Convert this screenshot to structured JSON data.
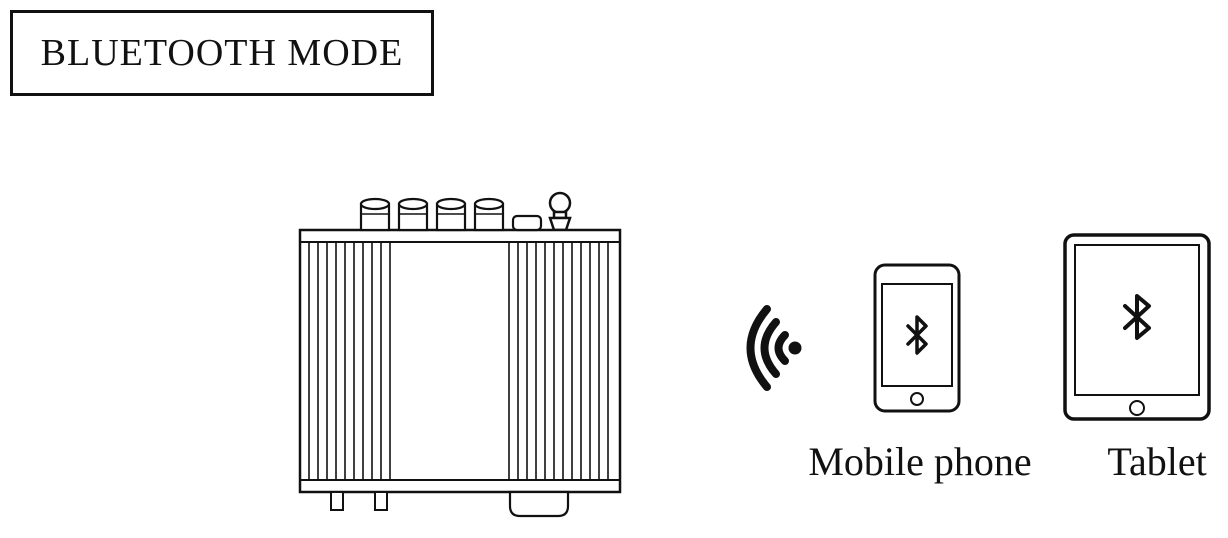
{
  "page": {
    "background": "#ffffff",
    "line_color": "#111111"
  },
  "header": {
    "title": "BLUETOOTH MODE"
  },
  "diagram": {
    "labels": {
      "mobile_phone": "Mobile phone",
      "tablet": "Tablet"
    },
    "icons": {
      "signal": "wireless-signal-icon",
      "bluetooth": "bluetooth-icon",
      "antenna": "antenna-icon",
      "home_button": "home-button-icon"
    }
  }
}
